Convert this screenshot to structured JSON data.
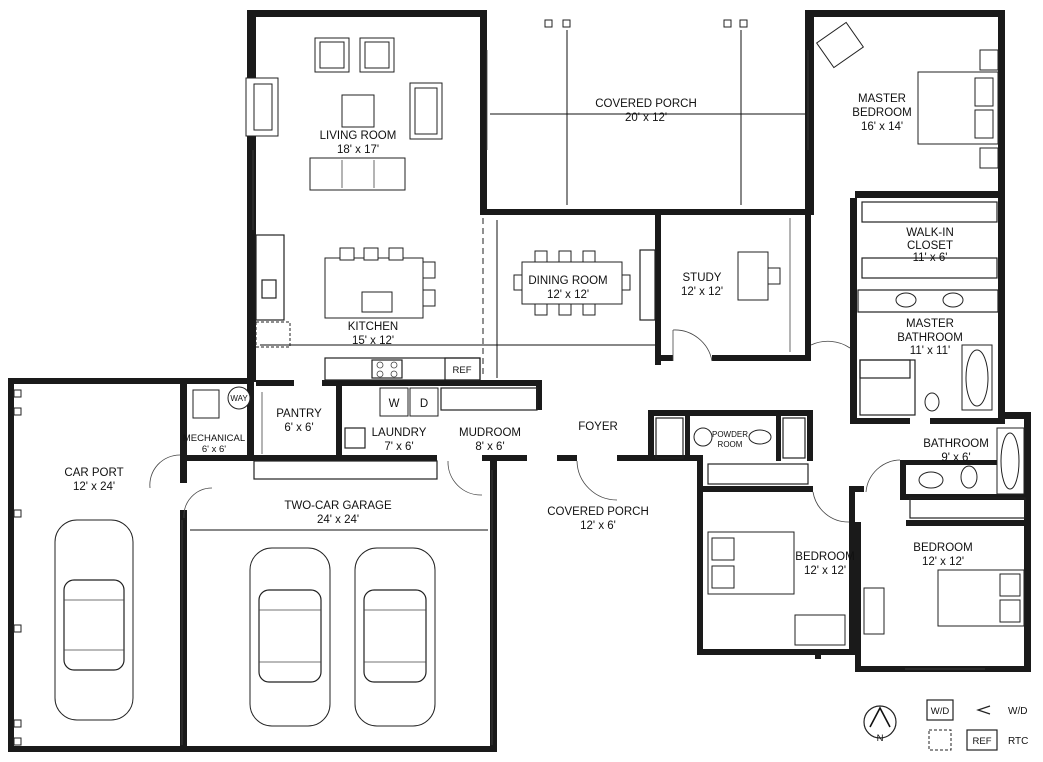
{
  "rooms": {
    "covered_porch_rear": {
      "name": "COVERED PORCH",
      "size": "20' x 12'"
    },
    "living_room": {
      "name": "LIVING ROOM",
      "size": "18' x 17'"
    },
    "master_bedroom": {
      "name1": "MASTER",
      "name2": "BEDROOM",
      "size": "16' x 14'"
    },
    "walk_in_closet": {
      "name1": "WALK-IN",
      "name2": "CLOSET",
      "size": "11' x 6'"
    },
    "dining_room": {
      "name": "DINING ROOM",
      "size": "12' x 12'"
    },
    "study": {
      "name": "STUDY",
      "size": "12' x 12'"
    },
    "kitchen": {
      "name": "KITCHEN",
      "size": "15' x 12'"
    },
    "master_bathroom": {
      "name1": "MASTER",
      "name2": "BATHROOM",
      "size": "11' x 11'"
    },
    "pantry": {
      "name": "PANTRY",
      "size": "6' x 6'"
    },
    "laundry": {
      "name": "LAUNDRY",
      "size": "7' x 6'"
    },
    "mudroom": {
      "name": "MUDROOM",
      "size": "8' x 6'"
    },
    "foyer": {
      "name": "FOYER"
    },
    "powder_room": {
      "name1": "POWDER",
      "name2": "ROOM"
    },
    "bathroom": {
      "name": "BATHROOM",
      "size": "9' x 6'"
    },
    "mechanical": {
      "name": "MECHANICAL",
      "size": "6' x 6'"
    },
    "car_port": {
      "name": "CAR PORT",
      "size": "12' x 24'"
    },
    "garage": {
      "name": "TWO-CAR GARAGE",
      "size": "24' x 24'"
    },
    "covered_porch_front": {
      "name": "COVERED PORCH",
      "size": "12' x 6'"
    },
    "bedroom_1": {
      "name": "BEDROOM",
      "size": "12' x 12'"
    },
    "bedroom_2": {
      "name": "BEDROOM",
      "size": "12' x 12'"
    }
  },
  "fixtures": {
    "ref": "REF",
    "washer": "W",
    "dryer": "D",
    "way": "WAY"
  },
  "legend": {
    "wd_box": "W/D",
    "wd_text": "W/D",
    "ref_box": "REF",
    "rtc_text": "RTC",
    "north": "N"
  }
}
